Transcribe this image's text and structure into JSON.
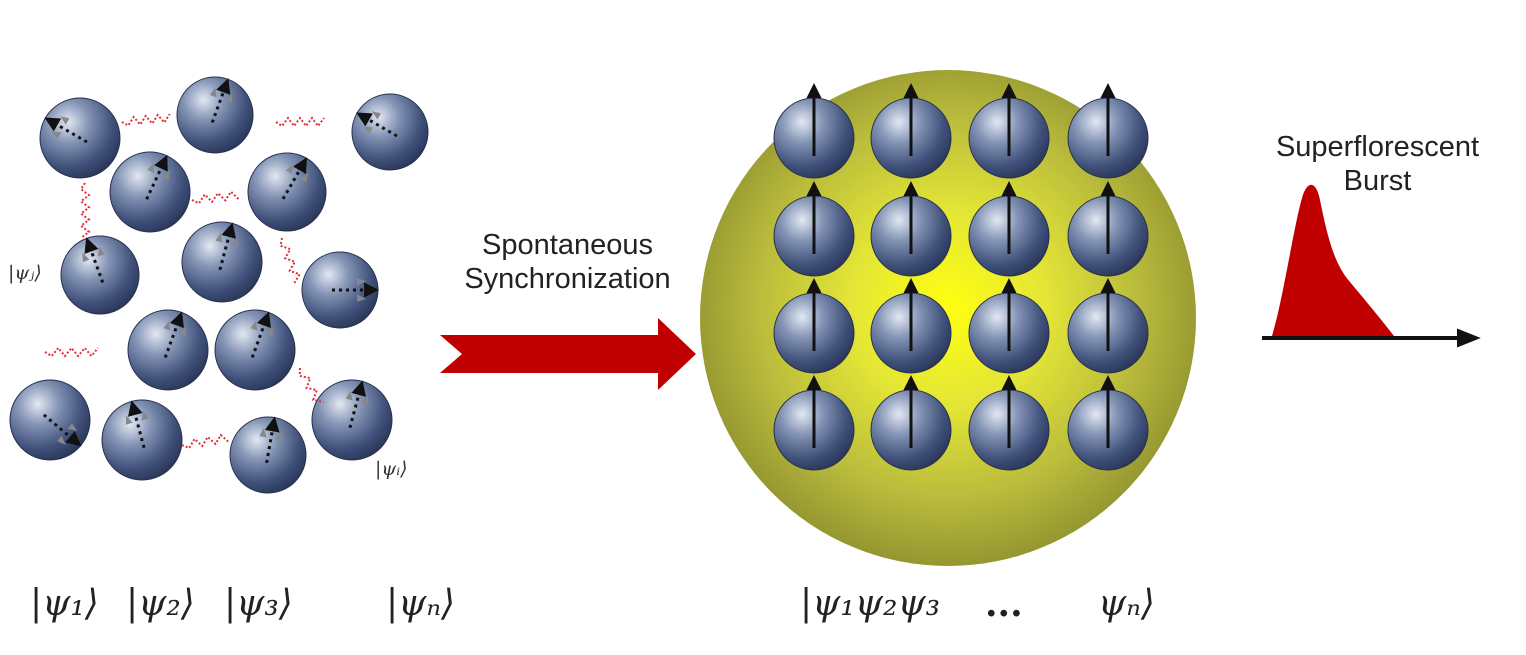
{
  "labels": {
    "arrow_line1": "Spontaneous",
    "arrow_line2": "Synchronization",
    "burst_line1": "Superflorescent",
    "burst_line2": "Burst",
    "psi_j": "|ψⱼ⟩",
    "psi_i": "|ψᵢ⟩",
    "psi_1": "|ψ₁⟩",
    "psi_2": "|ψ₂⟩",
    "psi_3": "|ψ₃⟩",
    "psi_n": "|ψₙ⟩",
    "collective_a": "|ψ₁ψ₂ψ₃",
    "collective_dots": "...",
    "collective_b": "ψₙ⟩"
  },
  "colors": {
    "sphere_dark": "#33446a",
    "sphere_light": "#c7d0e0",
    "arrow_red": "#c00000",
    "glow_center": "#ffff00",
    "glow_edge": "#8f9030",
    "coupling_red": "#e0303a",
    "burst_red": "#c00000"
  },
  "synchronized_grid": {
    "rows": 4,
    "cols": 4
  }
}
